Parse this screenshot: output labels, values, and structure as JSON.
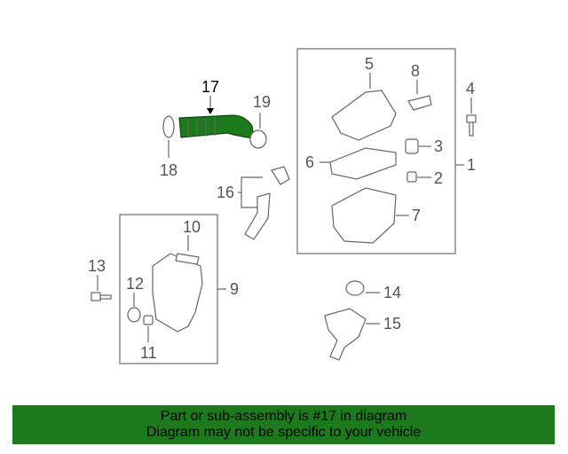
{
  "callouts": {
    "c1": "1",
    "c2": "2",
    "c3": "3",
    "c4": "4",
    "c5": "5",
    "c6": "6",
    "c7": "7",
    "c8": "8",
    "c9": "9",
    "c10": "10",
    "c11": "11",
    "c12": "12",
    "c13": "13",
    "c14": "14",
    "c15": "15",
    "c16": "16",
    "c17": "17",
    "c18": "18",
    "c19": "19"
  },
  "highlighted_part": "17",
  "colors": {
    "highlight": "#1c7a1c",
    "banner": "#1c7a1c"
  },
  "banner": {
    "line1": "Part or sub-assembly is #17 in diagram",
    "line2": "Diagram may not be specific to your vehicle"
  }
}
